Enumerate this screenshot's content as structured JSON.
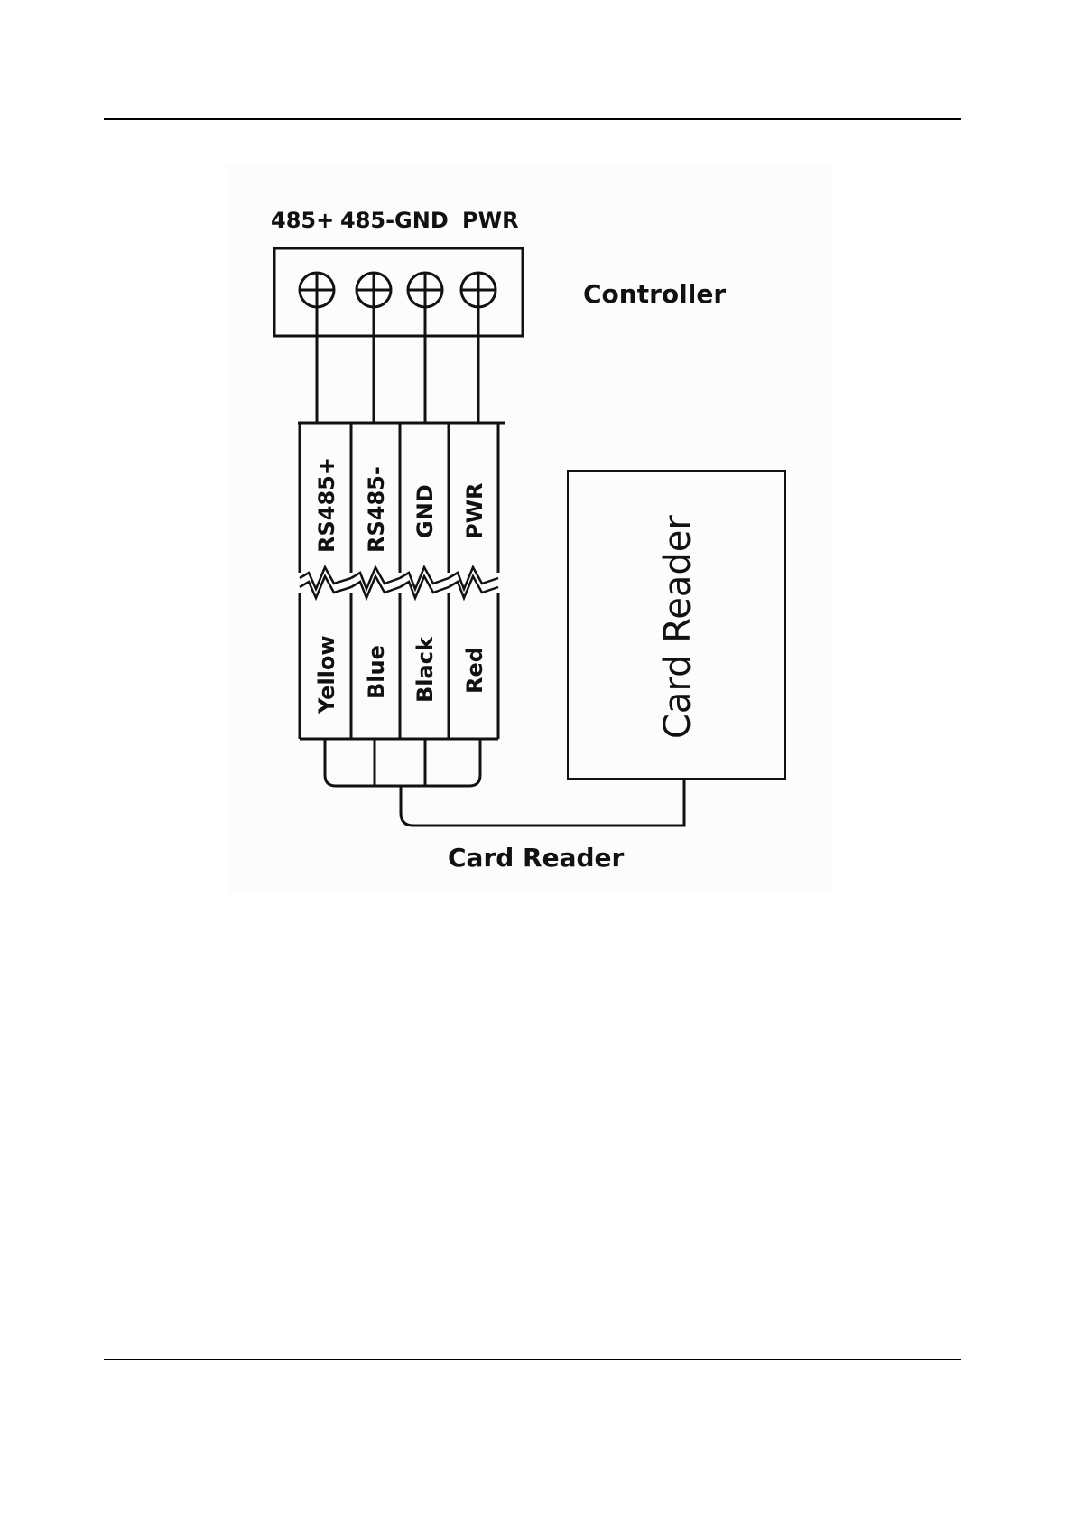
{
  "page": {
    "background": "#ffffff"
  },
  "controller": {
    "terminal_labels": {
      "first": "485+",
      "second": "485-GND",
      "third": "PWR"
    },
    "title": "Controller",
    "terminal_count": 4,
    "terminal_icon": "screw-terminal-icon"
  },
  "cable": {
    "signal_labels": [
      "RS485+",
      "RS485-",
      "GND",
      "PWR"
    ],
    "wire_colors": [
      "Yellow",
      "Blue",
      "Black",
      "Red"
    ]
  },
  "card_reader": {
    "box_label": "Card Reader",
    "caption": "Card Reader"
  },
  "colors": {
    "line": "#111111",
    "panel": "#fcfcfc"
  }
}
